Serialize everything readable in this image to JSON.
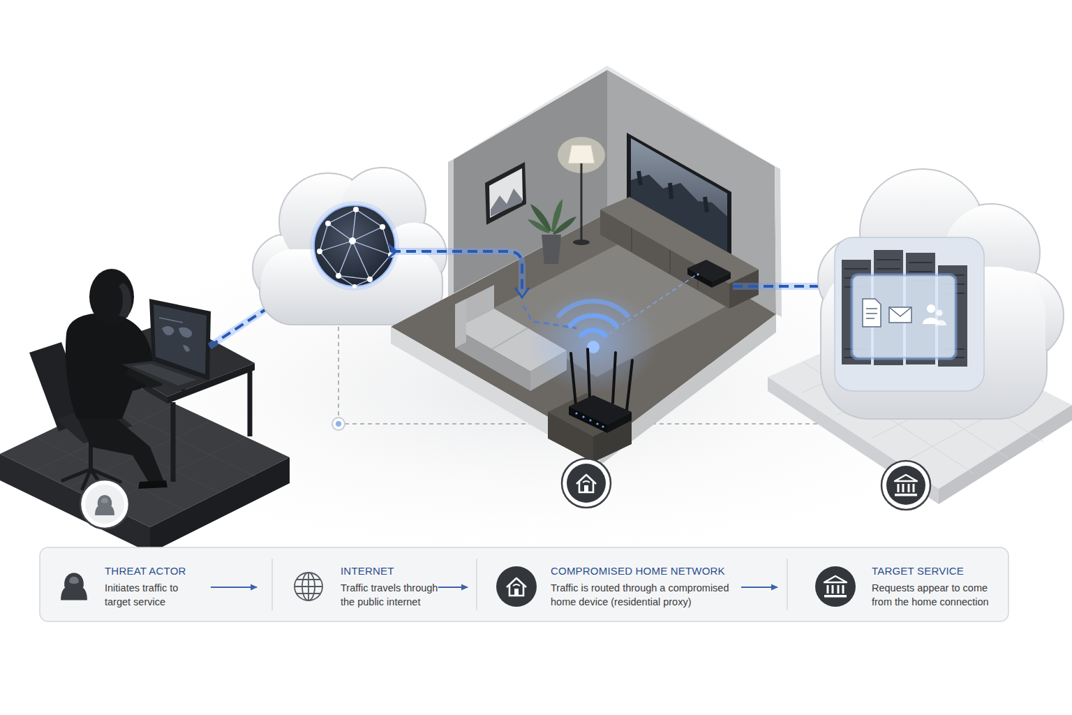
{
  "diagram": {
    "nodes": [
      {
        "text": [
          "THREAT ACTOR",
          "Initiates traffic to target service"
        ]
      },
      {
        "text": [
          "INTERNET",
          "Traffic travels through the public internet"
        ]
      },
      {
        "text": [
          "COMPROMISED HOME NETWORK",
          "Traffic is routed through a compromised home device (residential proxy)"
        ]
      },
      {
        "text": [
          "TARGET SERVICE",
          "Requests appear to come from the home connection"
        ]
      }
    ],
    "edges": [
      {
        "from": 0,
        "to": 1,
        "arrow": "to"
      },
      {
        "from": 1,
        "to": 2,
        "arrow": "to"
      },
      {
        "from": 2,
        "to": 3,
        "arrow": "to"
      }
    ]
  }
}
